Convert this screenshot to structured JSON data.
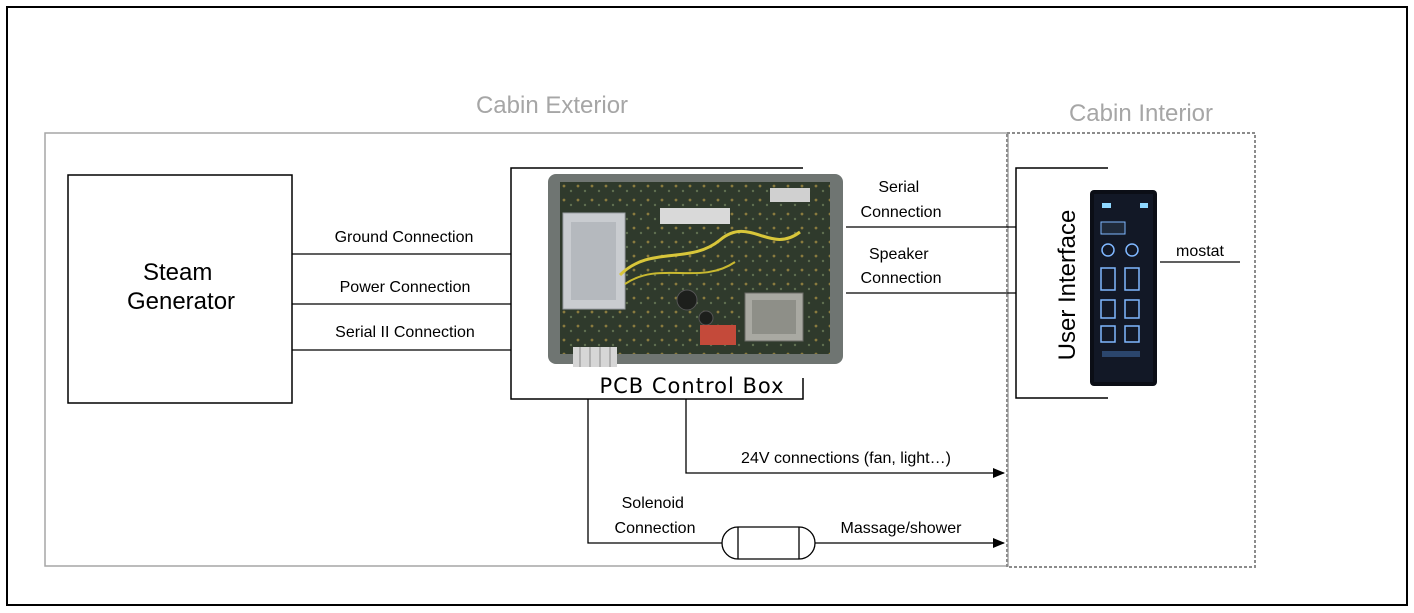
{
  "regions": {
    "exterior": "Cabin Exterior",
    "interior": "Cabin Interior"
  },
  "components": {
    "steam_generator": [
      "Steam",
      "Generator"
    ],
    "pcb_control_box": "PCB Control Box",
    "user_interface": "User Interface"
  },
  "connections": {
    "ground": "Ground Connection",
    "power": "Power Connection",
    "serial_ii": "Serial II Connection",
    "serial": [
      "Serial",
      "Connection"
    ],
    "speaker": [
      "Speaker",
      "Connection"
    ],
    "thermostat": "mostat",
    "v24": "24V connections (fan, light…)",
    "solenoid": [
      "Solenoid",
      "Connection"
    ],
    "massage": "Massage/shower"
  },
  "colors": {
    "border": "#000000",
    "region_line": "#a6a6a6",
    "region_text": "#a6a6a6",
    "interior_dash": "#8c8c8c"
  }
}
